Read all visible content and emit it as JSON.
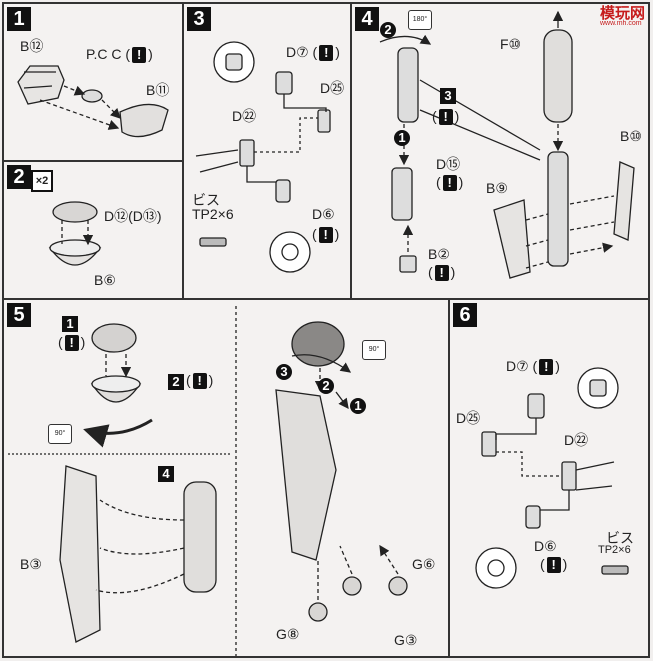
{
  "watermark": {
    "text": "模玩网",
    "url": "www.mh.com"
  },
  "steps": {
    "s1": {
      "num": "1",
      "labels": {
        "b12": "B⑫",
        "pcc": "P.C C",
        "b11": "B⑪"
      }
    },
    "s2": {
      "num": "2",
      "mult": "×2",
      "labels": {
        "d12": "D⑫(D⑬)",
        "b6": "B⑥"
      }
    },
    "s3": {
      "num": "3",
      "labels": {
        "d7": "D⑦",
        "d25": "D㉕",
        "d22": "D㉒",
        "screw": "ビス",
        "screw_size": "TP2×6",
        "d6": "D⑥"
      }
    },
    "s4": {
      "num": "4",
      "rot": "180°",
      "labels": {
        "f10": "F⑩",
        "n3": "3",
        "d15": "D⑮",
        "b10": "B⑩",
        "b9": "B⑨",
        "b2": "B②",
        "c2": "2",
        "c1": "1"
      }
    },
    "s5": {
      "num": "5",
      "rot": "90°",
      "rot2": "90°",
      "labels": {
        "n1": "1",
        "n2": "2",
        "n4": "4",
        "b3": "B③",
        "c3": "3",
        "c2": "2",
        "c1": "1",
        "g6": "G⑥",
        "g8": "G⑧",
        "g3": "G③"
      }
    },
    "s6": {
      "num": "6",
      "labels": {
        "d7": "D⑦",
        "d25": "D㉕",
        "d22": "D㉒",
        "screw": "ビス",
        "screw_size": "TP2×6",
        "d6": "D⑥"
      }
    }
  },
  "colors": {
    "line": "#222222",
    "panel": "#f4f2f1",
    "watermark": "#c61c1c"
  }
}
